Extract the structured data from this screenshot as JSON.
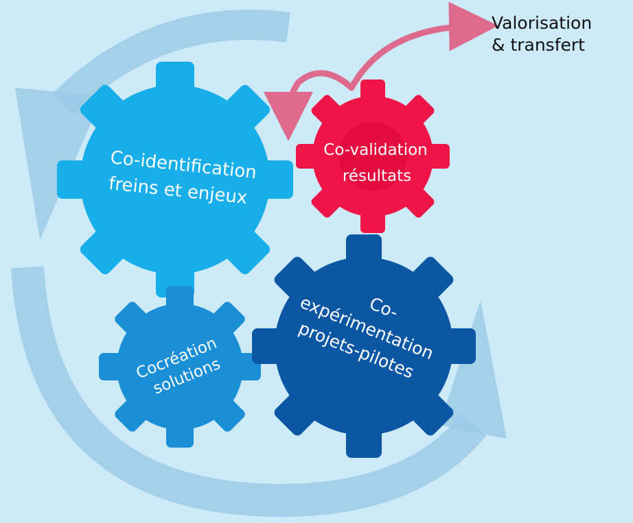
{
  "colors": {
    "background": "#cdeaf8",
    "cycle_arrow": "#9ccbe7",
    "gear_identification": "#17aeea",
    "gear_validation": "#ef1547",
    "gear_cocreation": "#1a8fd6",
    "gear_experimentation": "#0b57a4",
    "transfer_arrow": "#de6b8d"
  },
  "gears": {
    "identification": {
      "line1": "Co-identification",
      "line2": "freins et enjeux"
    },
    "validation": {
      "line1": "Co-validation",
      "line2": "résultats"
    },
    "cocreation": {
      "line1": "Cocréation",
      "line2": "solutions"
    },
    "experimentation": {
      "line1": "Co-",
      "line2": "expérimentation",
      "line3": "projets-pilotes"
    }
  },
  "transfer": {
    "line1": "Valorisation",
    "line2": "& transfert"
  },
  "icons": [
    "cycle-arrow-icon",
    "transfer-arrow-icon",
    "gear-icon"
  ]
}
